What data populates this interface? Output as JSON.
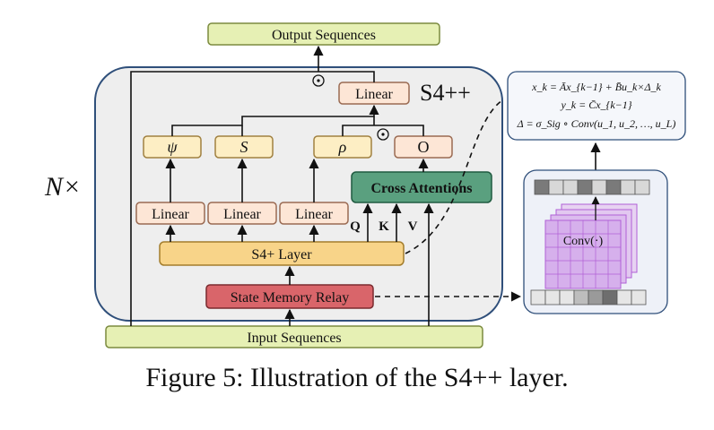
{
  "diagram": {
    "output_label": "Output Sequences",
    "input_label": "Input Sequences",
    "block_title": "S4++",
    "repeat_label": "N×",
    "top_linear_label": "Linear",
    "psi_label": "ψ",
    "s_label": "S",
    "rho_label": "ρ",
    "o_label": "O",
    "cross_attn_label": "Cross Attentions",
    "linear1_label": "Linear",
    "linear2_label": "Linear",
    "linear3_label": "Linear",
    "s4plus_label": "S4+ Layer",
    "smr_label": "State Memory Relay",
    "q_label": "Q",
    "k_label": "K",
    "v_label": "V",
    "hadamard1": "⊙",
    "hadamard2": "⊙",
    "conv_label": "Conv(·)",
    "eq1": "x_k = Āx_{k−1} + B̄u_k×Δ_k",
    "eq2": "y_k = C̄x_{k−1}",
    "eq3": "Δ = σ_Sig ∘ Conv(u_1, u_2, …, u_L)"
  },
  "caption": "Figure 5: Illustration of the S4++ layer.",
  "colors": {
    "panel": "#eeeeee",
    "panel_border": "#2f4f7a",
    "io_fill": "#e6f0b4",
    "io_border": "#7b8a3e",
    "linear_fill": "#fde6d6",
    "linear_border": "#9a6a52",
    "param_fill": "#fdeec4",
    "param_border": "#a08040",
    "s4_fill": "#f8d489",
    "s4_border": "#a37d2c",
    "smr_fill": "#d9656a",
    "smr_border": "#7a2a2e",
    "ca_fill": "#5aa07f",
    "ca_border": "#1f5a40",
    "conv_fill": "#e7d3f2",
    "conv_grid": "#b05fd6"
  }
}
